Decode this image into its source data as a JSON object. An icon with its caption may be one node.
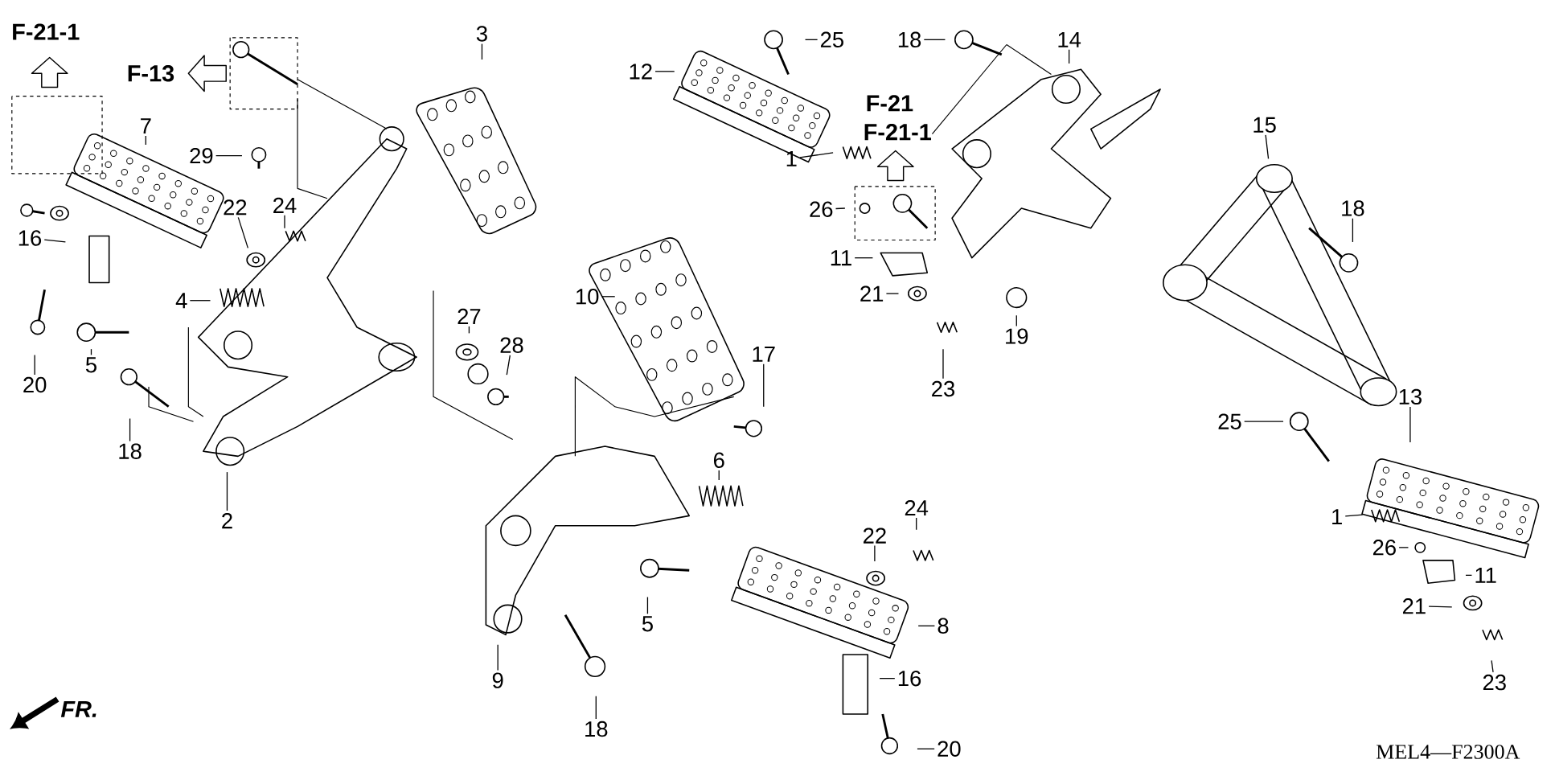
{
  "diagram": {
    "nodes": [
      {
        "text": [
          "1"
        ]
      },
      {
        "text": [
          "26"
        ]
      },
      {
        "text": [
          "11"
        ]
      },
      {
        "text": [
          "21"
        ]
      },
      {
        "text": [
          "23"
        ]
      },
      {
        "text": [
          "19"
        ]
      },
      {
        "text": [
          "25"
        ]
      },
      {
        "text": [
          "18"
        ]
      },
      {
        "text": [
          "14"
        ]
      },
      {
        "text": [
          "12"
        ]
      },
      {
        "text": [
          "3"
        ]
      },
      {
        "text": [
          "7"
        ]
      },
      {
        "text": [
          "29"
        ]
      },
      {
        "text": [
          "22"
        ]
      },
      {
        "text": [
          "24"
        ]
      },
      {
        "text": [
          "16"
        ]
      },
      {
        "text": [
          "4"
        ]
      },
      {
        "text": [
          "5"
        ]
      },
      {
        "text": [
          "20"
        ]
      },
      {
        "text": [
          "18"
        ]
      },
      {
        "text": [
          "2"
        ]
      },
      {
        "text": [
          "27"
        ]
      },
      {
        "text": [
          "28"
        ]
      },
      {
        "text": [
          "10"
        ]
      },
      {
        "text": [
          "17"
        ]
      },
      {
        "text": [
          "6"
        ]
      },
      {
        "text": [
          "5"
        ]
      },
      {
        "text": [
          "9"
        ]
      },
      {
        "text": [
          "18"
        ]
      },
      {
        "text": [
          "22"
        ]
      },
      {
        "text": [
          "24"
        ]
      },
      {
        "text": [
          "8"
        ]
      },
      {
        "text": [
          "16"
        ]
      },
      {
        "text": [
          "20"
        ]
      },
      {
        "text": [
          "15"
        ]
      },
      {
        "text": [
          "18"
        ]
      },
      {
        "text": [
          "13"
        ]
      },
      {
        "text": [
          "25"
        ]
      },
      {
        "text": [
          "1"
        ]
      },
      {
        "text": [
          "26"
        ]
      },
      {
        "text": [
          "11"
        ]
      },
      {
        "text": [
          "21"
        ]
      },
      {
        "text": [
          "23"
        ]
      }
    ],
    "edges": [
      {
        "from": 0,
        "to": null,
        "arrow": "none"
      },
      {
        "from": 1,
        "to": null,
        "arrow": "none"
      },
      {
        "from": 2,
        "to": null,
        "arrow": "none"
      },
      {
        "from": 3,
        "to": null,
        "arrow": "none"
      },
      {
        "from": 4,
        "to": null,
        "arrow": "none"
      },
      {
        "from": 5,
        "to": null,
        "arrow": "none"
      },
      {
        "from": 6,
        "to": null,
        "arrow": "none"
      },
      {
        "from": 7,
        "to": null,
        "arrow": "none"
      },
      {
        "from": 8,
        "to": null,
        "arrow": "none"
      },
      {
        "from": 9,
        "to": null,
        "arrow": "none"
      },
      {
        "from": 10,
        "to": null,
        "arrow": "none"
      },
      {
        "from": 11,
        "to": null,
        "arrow": "none"
      },
      {
        "from": 12,
        "to": null,
        "arrow": "none"
      },
      {
        "from": 13,
        "to": null,
        "arrow": "none"
      },
      {
        "from": 14,
        "to": null,
        "arrow": "none"
      },
      {
        "from": 15,
        "to": null,
        "arrow": "none"
      },
      {
        "from": 16,
        "to": null,
        "arrow": "none"
      },
      {
        "from": 17,
        "to": null,
        "arrow": "none"
      },
      {
        "from": 18,
        "to": null,
        "arrow": "none"
      },
      {
        "from": 19,
        "to": null,
        "arrow": "none"
      },
      {
        "from": 20,
        "to": null,
        "arrow": "none"
      },
      {
        "from": 21,
        "to": null,
        "arrow": "none"
      },
      {
        "from": 22,
        "to": null,
        "arrow": "none"
      },
      {
        "from": 23,
        "to": null,
        "arrow": "none"
      },
      {
        "from": 24,
        "to": null,
        "arrow": "none"
      },
      {
        "from": 25,
        "to": null,
        "arrow": "none"
      },
      {
        "from": 26,
        "to": null,
        "arrow": "none"
      },
      {
        "from": 27,
        "to": null,
        "arrow": "none"
      },
      {
        "from": 28,
        "to": null,
        "arrow": "none"
      },
      {
        "from": 29,
        "to": null,
        "arrow": "none"
      },
      {
        "from": 30,
        "to": null,
        "arrow": "none"
      },
      {
        "from": 31,
        "to": null,
        "arrow": "none"
      },
      {
        "from": 32,
        "to": null,
        "arrow": "none"
      },
      {
        "from": 33,
        "to": null,
        "arrow": "none"
      },
      {
        "from": 34,
        "to": null,
        "arrow": "none"
      },
      {
        "from": 35,
        "to": null,
        "arrow": "none"
      },
      {
        "from": 36,
        "to": null,
        "arrow": "none"
      },
      {
        "from": 37,
        "to": null,
        "arrow": "none"
      },
      {
        "from": 38,
        "to": null,
        "arrow": "none"
      },
      {
        "from": 39,
        "to": null,
        "arrow": "none"
      },
      {
        "from": 40,
        "to": null,
        "arrow": "none"
      },
      {
        "from": 41,
        "to": null,
        "arrow": "none"
      },
      {
        "from": 42,
        "to": null,
        "arrow": "none"
      }
    ],
    "labels": [
      "F-21-1",
      "F-13",
      "F-21",
      "F-21-1",
      "FR.",
      "MEL4—F2300A"
    ]
  }
}
